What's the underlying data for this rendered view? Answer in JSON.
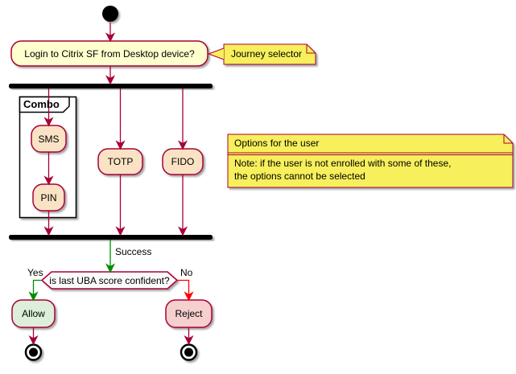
{
  "nodes": {
    "login": "Login to Citrix SF from Desktop device?",
    "sms": "SMS",
    "totp": "TOTP",
    "fido": "FIDO",
    "pin": "PIN",
    "decision": "is last UBA score confident?",
    "allow": "Allow",
    "reject": "Reject"
  },
  "partition": {
    "label": "Combo"
  },
  "edge_labels": {
    "success": "Success",
    "yes": "Yes",
    "no": "No"
  },
  "notes": {
    "journey": {
      "text": "Journey selector"
    },
    "options": {
      "title": "Options for the user",
      "body": "Note: if the user is not enrolled with some of these,\nthe options cannot be selected"
    }
  },
  "colors": {
    "accent_border": "#A80036",
    "activity_fill": "#FEFECE",
    "option_fill": "#FAE3C4",
    "note_fill": "#F7EF5B",
    "allow_fill": "#DDEEDA",
    "reject_fill": "#F6CFCF",
    "decision_fill": "#FAFAFA",
    "arrow_green": "#008D00",
    "arrow_red": "#FF0000",
    "bar_black": "#000000"
  }
}
